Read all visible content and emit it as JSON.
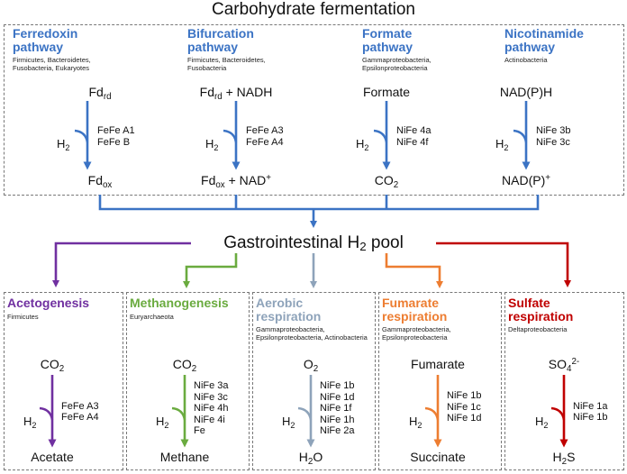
{
  "title": "Carbohydrate fermentation",
  "colors": {
    "blue": "#3b73c4",
    "purple": "#7030a0",
    "green": "#6aab3f",
    "grey": "#8ea3ba",
    "orange": "#ed7d31",
    "red": "#c00000"
  },
  "h2_label": "H",
  "h2_sub": "2",
  "pool": {
    "text_pre": "Gastrointestinal H",
    "text_sub": "2",
    "text_post": " pool"
  },
  "fermentation": [
    {
      "name_line1": "Ferredoxin",
      "name_line2": "pathway",
      "org_line1": "Firmicutes, Bacteroidetes,",
      "org_line2": "Fusobacteria, Eukaryotes",
      "top_main": "Fd",
      "top_sub": "rd",
      "top_post": "",
      "enzyme1": "FeFe A1",
      "enzyme2": "FeFe B",
      "bot_main": "Fd",
      "bot_sub": "ox",
      "bot_post": "",
      "bot_sup": ""
    },
    {
      "name_line1": "Bifurcation",
      "name_line2": "pathway",
      "org_line1": "Firmicutes, Bacteroidetes,",
      "org_line2": "Fusobacteria",
      "top_main": "Fd",
      "top_sub": "rd",
      "top_post": " + NADH",
      "enzyme1": "FeFe A3",
      "enzyme2": "FeFe A4",
      "bot_main": "Fd",
      "bot_sub": "ox",
      "bot_post": " + NAD",
      "bot_sup": "+"
    },
    {
      "name_line1": "Formate",
      "name_line2": "pathway",
      "org_line1": "Gammaproteobacteria,",
      "org_line2": "Epsilonproteobacteria",
      "top_main": "Formate",
      "top_sub": "",
      "top_post": "",
      "enzyme1": "NiFe 4a",
      "enzyme2": "NiFe 4f",
      "bot_main": "CO",
      "bot_sub": "2",
      "bot_post": "",
      "bot_sup": ""
    },
    {
      "name_line1": "Nicotinamide",
      "name_line2": "pathway",
      "org_line1": "Actinobacteria",
      "org_line2": "",
      "top_main": "NAD(P)H",
      "top_sub": "",
      "top_post": "",
      "enzyme1": "NiFe 3b",
      "enzyme2": "NiFe 3c",
      "bot_main": "NAD(P)",
      "bot_sub": "",
      "bot_post": "",
      "bot_sup": "+"
    }
  ],
  "consumers": [
    {
      "name_line1": "Acetogenesis",
      "name_line2": "",
      "org_line1": "Firmicutes",
      "org_line2": "",
      "top_main": "CO",
      "top_sub": "2",
      "top_sup": "",
      "enzymes": [
        "FeFe A3",
        "FeFe A4"
      ],
      "bot_main": "Acetate",
      "bot_sub": ""
    },
    {
      "name_line1": "Methanogenesis",
      "name_line2": "",
      "org_line1": "Euryarchaeota",
      "org_line2": "",
      "top_main": "CO",
      "top_sub": "2",
      "top_sup": "",
      "enzymes": [
        "NiFe 3a",
        "NiFe 3c",
        "NiFe 4h",
        "NiFe 4i",
        "Fe"
      ],
      "bot_main": "Methane",
      "bot_sub": ""
    },
    {
      "name_line1": "Aerobic",
      "name_line2": "respiration",
      "org_line1": "Gammaproteobacteria,",
      "org_line2": "Epsilonproteobacteria, Actinobacteria",
      "top_main": "O",
      "top_sub": "2",
      "top_sup": "",
      "enzymes": [
        "NiFe 1b",
        "NiFe 1d",
        "NiFe 1f",
        "NiFe 1h",
        "NiFe 2a"
      ],
      "bot_main": "H",
      "bot_sub": "2",
      "bot_post": "O"
    },
    {
      "name_line1": "Fumarate",
      "name_line2": "respiration",
      "org_line1": "Gammaproteobacteria,",
      "org_line2": "Epsilonproteobacteria",
      "top_main": "Fumarate",
      "top_sub": "",
      "top_sup": "",
      "enzymes": [
        "NiFe 1b",
        "NiFe 1c",
        "NiFe 1d"
      ],
      "bot_main": "Succinate",
      "bot_sub": ""
    },
    {
      "name_line1": "Sulfate",
      "name_line2": "respiration",
      "org_line1": "Deltaproteobacteria",
      "org_line2": "",
      "top_main": "SO",
      "top_sub": "4",
      "top_sup": "2-",
      "enzymes": [
        "NiFe 1a",
        "NiFe 1b"
      ],
      "bot_main": "H",
      "bot_sub": "2",
      "bot_post": "S"
    }
  ]
}
